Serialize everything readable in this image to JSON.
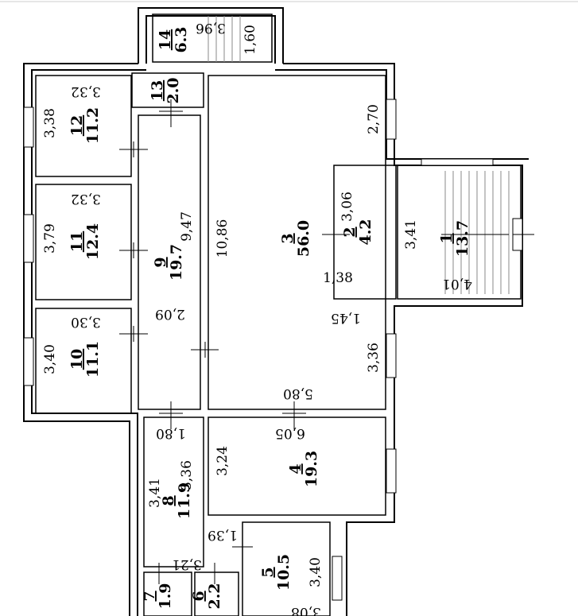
{
  "rooms": [
    {
      "number": "14",
      "area": "6.3"
    },
    {
      "number": "13",
      "area": "2.0"
    },
    {
      "number": "12",
      "area": "11.2"
    },
    {
      "number": "11",
      "area": "12.4"
    },
    {
      "number": "10",
      "area": "11.1"
    },
    {
      "number": "9",
      "area": "19.7"
    },
    {
      "number": "3",
      "area": "56.0"
    },
    {
      "number": "2",
      "area": "4.2"
    },
    {
      "number": "1",
      "area": "13.7"
    },
    {
      "number": "4",
      "area": "19.3"
    },
    {
      "number": "8",
      "area": "11.9"
    },
    {
      "number": "5",
      "area": "10.5"
    },
    {
      "number": "7",
      "area": "1.9"
    },
    {
      "number": "6",
      "area": "2.2"
    }
  ],
  "dimensions": [
    "3,96",
    "1,60",
    "3,32",
    "3,38",
    "3,32",
    "3,79",
    "3,30",
    "3,40",
    "9,47",
    "2,09",
    "10,86",
    "2,70",
    "3,06",
    "3,41",
    "1,38",
    "4,01",
    "1,45",
    "3,36",
    "5,80",
    "6,05",
    "1,80",
    "3,36",
    "3,41",
    "3,24",
    "1,39",
    "3,21",
    "3,40",
    "3,08"
  ]
}
